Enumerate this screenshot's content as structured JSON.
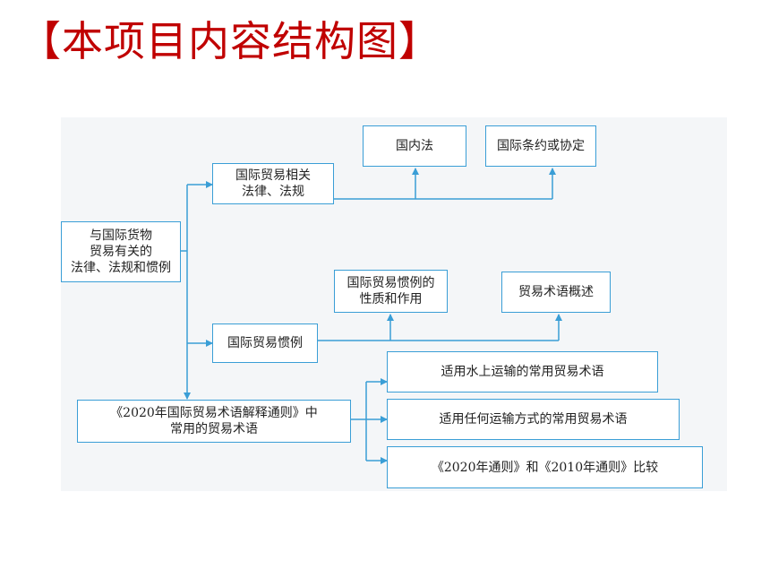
{
  "title": "【本项目内容结构图】",
  "colors": {
    "title": "#c00000",
    "box_border": "#3a9ed6",
    "line": "#3a9ed6",
    "panel": "#f4f6f8"
  },
  "nodes": {
    "root": {
      "line1": "与国际货物",
      "line2": "贸易有关的",
      "line3": "法律、法规和惯例"
    },
    "laws": {
      "line1": "国际贸易相关",
      "line2": "法律、法规"
    },
    "domestic_law": "国内法",
    "treaties": "国际条约或协定",
    "customs": "国际贸易惯例",
    "customs_nature": {
      "line1": "国际贸易惯例的",
      "line2": "性质和作用"
    },
    "terms_overview": "贸易术语概述",
    "incoterms": {
      "line1": "《2020年国际贸易术语解释通则》中",
      "line2": "常用的贸易术语"
    },
    "water_terms": "适用水上运输的常用贸易术语",
    "any_mode_terms": "适用任何运输方式的常用贸易术语",
    "comparison": "《2020年通则》和《2010年通则》比较"
  }
}
